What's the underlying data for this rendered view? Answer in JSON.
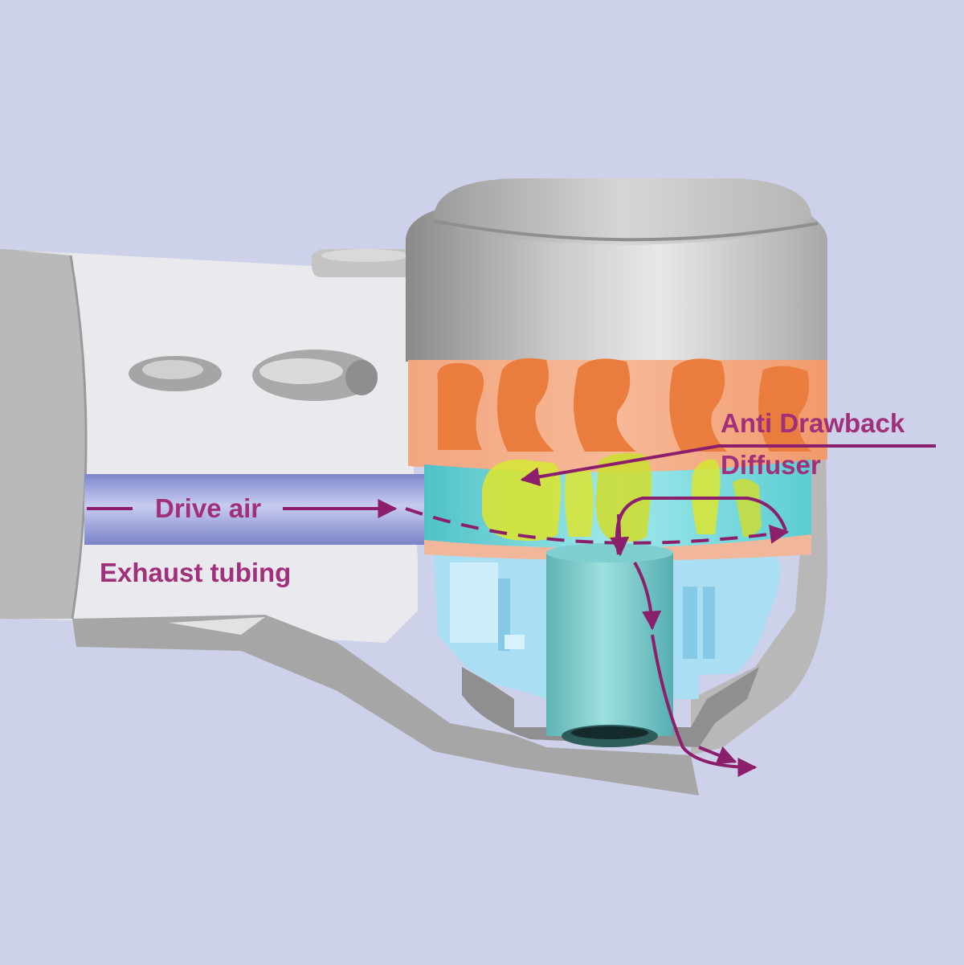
{
  "labels": {
    "anti_drawback": "Anti Drawback",
    "diffuser": "Diffuser",
    "drive_air": "Drive air",
    "exhaust_tubing": "Exhaust tubing"
  },
  "colors": {
    "background": "#cdd1ea",
    "label_text": "#a0307a",
    "arrow": "#8c1f6b",
    "turbine": "#f08a52",
    "diffuser": "#6fd0d6",
    "diffuser_vanes": "#d7e63c",
    "drive_tube": "#8f97d4",
    "exhaust_tube": "#69c2c4",
    "lower_housing": "#a8def2",
    "metal": "#b3b3b3"
  },
  "icons": [
    "arrowhead-icon"
  ]
}
